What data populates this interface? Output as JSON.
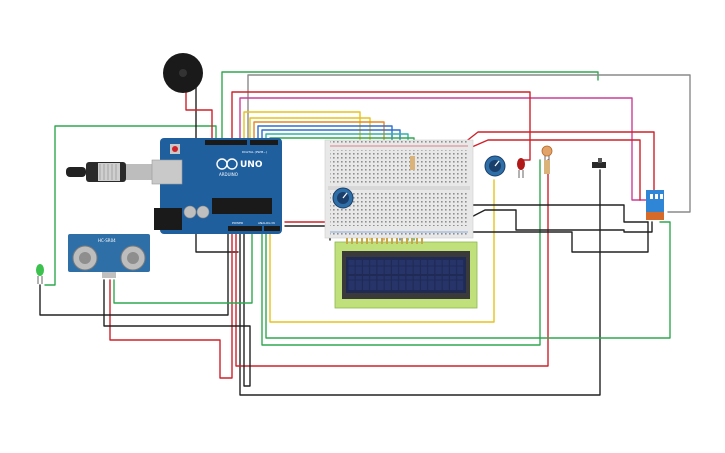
{
  "components": {
    "arduino": {
      "brand": "ARDUINO",
      "model": "UNO",
      "header_digital": "DIGITAL (PWM~)",
      "header_power": "POWER",
      "header_analog": "ANALOG IN"
    },
    "ultrasonic": {
      "label": "HC-SR04"
    },
    "lcd": {
      "rows": 2,
      "cols": 16
    }
  },
  "colors": {
    "board": "#1f5f9e",
    "breadboard": "#e8e8e8",
    "lcd_frame": "#bfe07a",
    "lcd_screen": "#1f2a55",
    "red": "#d1202a",
    "green": "#2fa84f",
    "black": "#222222",
    "yellow": "#e7c21c",
    "blue": "#2f6fd0",
    "magenta": "#cc3d9a",
    "gray": "#8a8a8a",
    "orange": "#e8891c",
    "teal": "#2bb3a5",
    "purple": "#7b55c8"
  },
  "icons": [
    "usb-cable-icon",
    "buzzer-icon",
    "potentiometer-icon",
    "led-icon",
    "photoresistor-icon",
    "dip-switch-icon",
    "slide-switch-icon"
  ]
}
